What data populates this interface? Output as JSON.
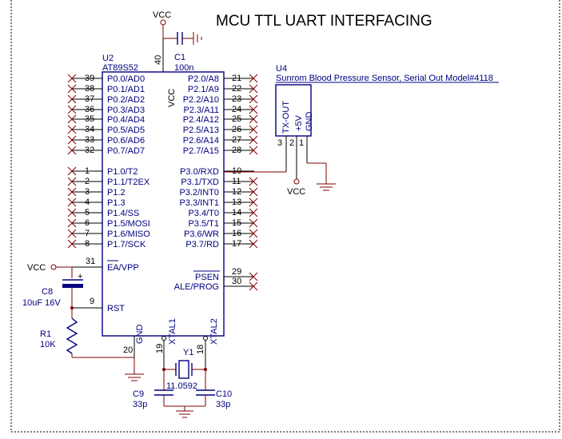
{
  "title": "MCU TTL UART INTERFACING",
  "power_label": "VCC",
  "u2": {
    "ref": "U2",
    "part": "AT89S52",
    "left_pins": [
      {
        "num": "39",
        "name": "P0.0/AD0"
      },
      {
        "num": "38",
        "name": "P0.1/AD1"
      },
      {
        "num": "37",
        "name": "P0.2/AD2"
      },
      {
        "num": "36",
        "name": "P0.3/AD3"
      },
      {
        "num": "35",
        "name": "P0.4/AD4"
      },
      {
        "num": "34",
        "name": "P0.5/AD5"
      },
      {
        "num": "33",
        "name": "P0.6/AD6"
      },
      {
        "num": "32",
        "name": "P0.7/AD7"
      },
      {
        "num": "1",
        "name": "P1.0/T2"
      },
      {
        "num": "2",
        "name": "P1.1/T2EX"
      },
      {
        "num": "3",
        "name": "P1.2"
      },
      {
        "num": "4",
        "name": "P1.3"
      },
      {
        "num": "5",
        "name": "P1.4/SS"
      },
      {
        "num": "6",
        "name": "P1.5/MOSI"
      },
      {
        "num": "7",
        "name": "P1.6/MISO"
      },
      {
        "num": "8",
        "name": "P1.7/SCK"
      }
    ],
    "right_pins": [
      {
        "num": "21",
        "name": "P2.0/A8"
      },
      {
        "num": "22",
        "name": "P2.1/A9"
      },
      {
        "num": "23",
        "name": "P2.2/A10"
      },
      {
        "num": "24",
        "name": "P2.3/A11"
      },
      {
        "num": "25",
        "name": "P2.4/A12"
      },
      {
        "num": "26",
        "name": "P2.5/A13"
      },
      {
        "num": "27",
        "name": "P2.6/A14"
      },
      {
        "num": "28",
        "name": "P2.7/A15"
      },
      {
        "num": "10",
        "name": "P3.0/RXD"
      },
      {
        "num": "11",
        "name": "P3.1/TXD"
      },
      {
        "num": "12",
        "name": "P3.2/INT0"
      },
      {
        "num": "13",
        "name": "P3.3/INT1"
      },
      {
        "num": "14",
        "name": "P3.4/T0"
      },
      {
        "num": "15",
        "name": "P3.5/T1"
      },
      {
        "num": "16",
        "name": "P3.6/WR"
      },
      {
        "num": "17",
        "name": "P3.7/RD"
      }
    ],
    "ea_pin": {
      "num": "31",
      "name": "EA/VPP"
    },
    "rst_pin": {
      "num": "9",
      "name": "RST"
    },
    "psen_pin": {
      "num": "29",
      "name": "PSEN"
    },
    "ale_pin": {
      "num": "30",
      "name": "ALE/PROG"
    },
    "vcc_pin": {
      "num": "40",
      "name": "VCC"
    },
    "gnd_pin": {
      "num": "20",
      "name": "GND"
    },
    "xtal1_pin": {
      "num": "19",
      "name": "XTAL1"
    },
    "xtal2_pin": {
      "num": "18",
      "name": "XTAL2"
    }
  },
  "u4": {
    "ref": "U4",
    "description": "Sunrom Blood Pressure Sensor, Serial Out Model#4118",
    "pins": [
      {
        "num": "3",
        "name": "TX-OUT"
      },
      {
        "num": "2",
        "name": "+5V"
      },
      {
        "num": "1",
        "name": "GND"
      }
    ]
  },
  "c1": {
    "ref": "C1",
    "value": "100n"
  },
  "c8": {
    "ref": "C8",
    "value": "10uF 16V",
    "polarity": "+"
  },
  "r1": {
    "ref": "R1",
    "value": "10K"
  },
  "y1": {
    "ref": "Y1",
    "value": "11.0592"
  },
  "c9": {
    "ref": "C9",
    "value": "33p"
  },
  "c10": {
    "ref": "C10",
    "value": "33p"
  },
  "colors": {
    "wire": "#800000",
    "component": "#000080",
    "text": "#000000"
  }
}
